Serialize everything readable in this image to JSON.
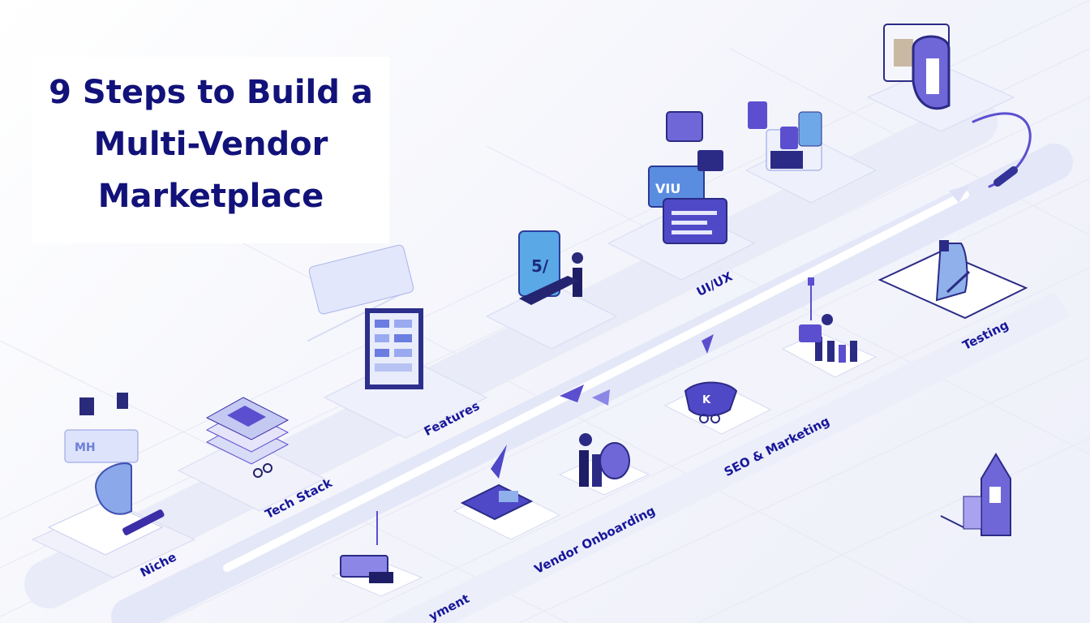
{
  "title": {
    "line1": "9 Steps to Build a",
    "line2": "Multi-Vendor",
    "line3": "Marketplace"
  },
  "steps": [
    {
      "label": "Niche",
      "icon": "shield-screen-icon"
    },
    {
      "label": "Tech Stack",
      "icon": "stacked-layers-icon"
    },
    {
      "label": "Features",
      "icon": "feature-panel-icon"
    },
    {
      "label": "UI/UX",
      "icon": "design-screens-icon"
    },
    {
      "label": "Deployment",
      "icon": "laptop-deploy-icon",
      "visible_text": "yment"
    },
    {
      "label": "Vendor Onboarding",
      "icon": "vendor-people-icon"
    },
    {
      "label": "SEO & Marketing",
      "icon": "seo-badge-icon"
    },
    {
      "label": "Testing",
      "icon": "testing-document-icon"
    },
    {
      "label": "",
      "icon": "rocket-launch-icon"
    }
  ],
  "colors": {
    "title": "#12127a",
    "label": "#17179a",
    "accent": "#5b4fcf",
    "path": "#dfe2f6"
  }
}
